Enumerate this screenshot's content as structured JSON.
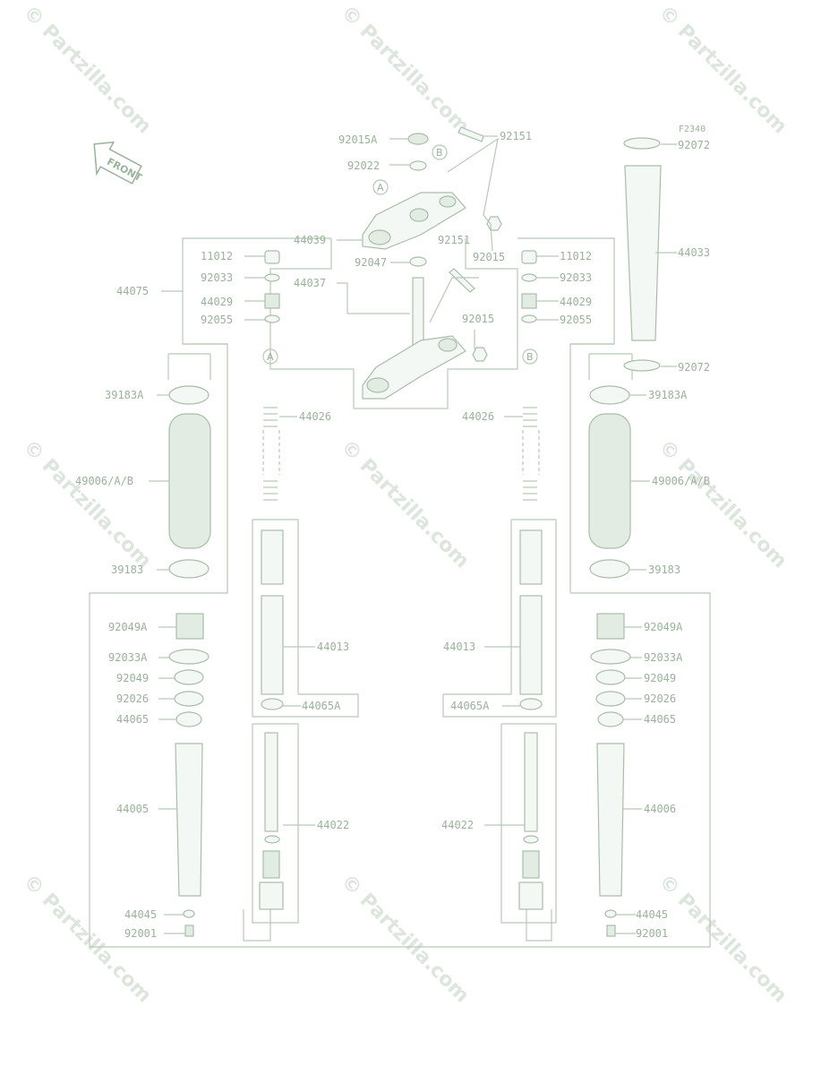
{
  "diagram": {
    "figure_code": "F2340",
    "front_label": "FRONT",
    "watermark": "© Partzilla.com",
    "ref_markers": [
      "A",
      "B"
    ],
    "parts": {
      "p92015A": "92015A",
      "p92151a": "92151",
      "p92072a": "92072",
      "p92022": "92022",
      "p44039": "44039",
      "p92015a": "92015",
      "p44033": "44033",
      "p11012L": "11012",
      "p11012R": "11012",
      "p92151b": "92151",
      "p92033L": "92033",
      "p92033R": "92033",
      "p44075": "44075",
      "p44037": "44037",
      "p92047": "92047",
      "p44029L": "44029",
      "p44029R": "44029",
      "p92055L": "92055",
      "p92015b": "92015",
      "p92055R": "92055",
      "p92072b": "92072",
      "p39183AL": "39183A",
      "p39183AR": "39183A",
      "p44026L": "44026",
      "p44026R": "44026",
      "p49006L": "49006/A/B",
      "p49006R": "49006/A/B",
      "p39183L": "39183",
      "p39183R": "39183",
      "p92049AL": "92049A",
      "p92049AR": "92049A",
      "p44013L": "44013",
      "p44013R": "44013",
      "p92033AL": "92033A",
      "p92033AR": "92033A",
      "p92049L": "92049",
      "p92049R": "92049",
      "p92026L": "92026",
      "p92026R": "92026",
      "p44065AL": "44065A",
      "p44065AR": "44065A",
      "p44065L": "44065",
      "p44065R": "44065",
      "p44005": "44005",
      "p44006": "44006",
      "p44022L": "44022",
      "p44022R": "44022",
      "p44045L": "44045",
      "p44045R": "44045",
      "p92001L": "92001",
      "p92001R": "92001"
    }
  }
}
